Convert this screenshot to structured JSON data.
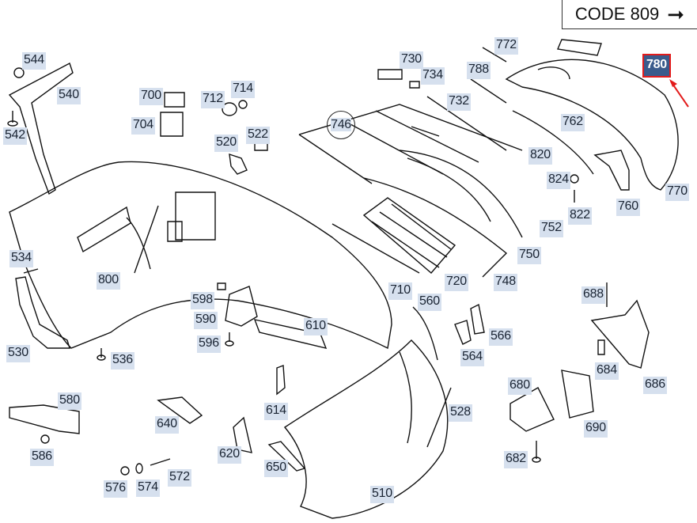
{
  "header": {
    "code_label": "CODE 809",
    "arrow_icon": "right-arrow"
  },
  "highlight": {
    "part": "780",
    "color_box": "#3a5b8c",
    "color_border": "#e21b1b"
  },
  "parts": {
    "p510": "510",
    "p520": "520",
    "p522": "522",
    "p528": "528",
    "p530": "530",
    "p534": "534",
    "p536": "536",
    "p540": "540",
    "p542": "542",
    "p544": "544",
    "p560": "560",
    "p564": "564",
    "p566": "566",
    "p572": "572",
    "p574": "574",
    "p576": "576",
    "p580": "580",
    "p586": "586",
    "p590": "590",
    "p596": "596",
    "p598": "598",
    "p610": "610",
    "p614": "614",
    "p620": "620",
    "p640": "640",
    "p650": "650",
    "p680": "680",
    "p682": "682",
    "p684": "684",
    "p686": "686",
    "p688": "688",
    "p690": "690",
    "p700": "700",
    "p704": "704",
    "p710": "710",
    "p712": "712",
    "p714": "714",
    "p720": "720",
    "p730": "730",
    "p732": "732",
    "p734": "734",
    "p746": "746",
    "p748": "748",
    "p750": "750",
    "p752": "752",
    "p760": "760",
    "p762": "762",
    "p770": "770",
    "p772": "772",
    "p780": "780",
    "p788": "788",
    "p800": "800",
    "p820": "820",
    "p822": "822",
    "p824": "824"
  }
}
